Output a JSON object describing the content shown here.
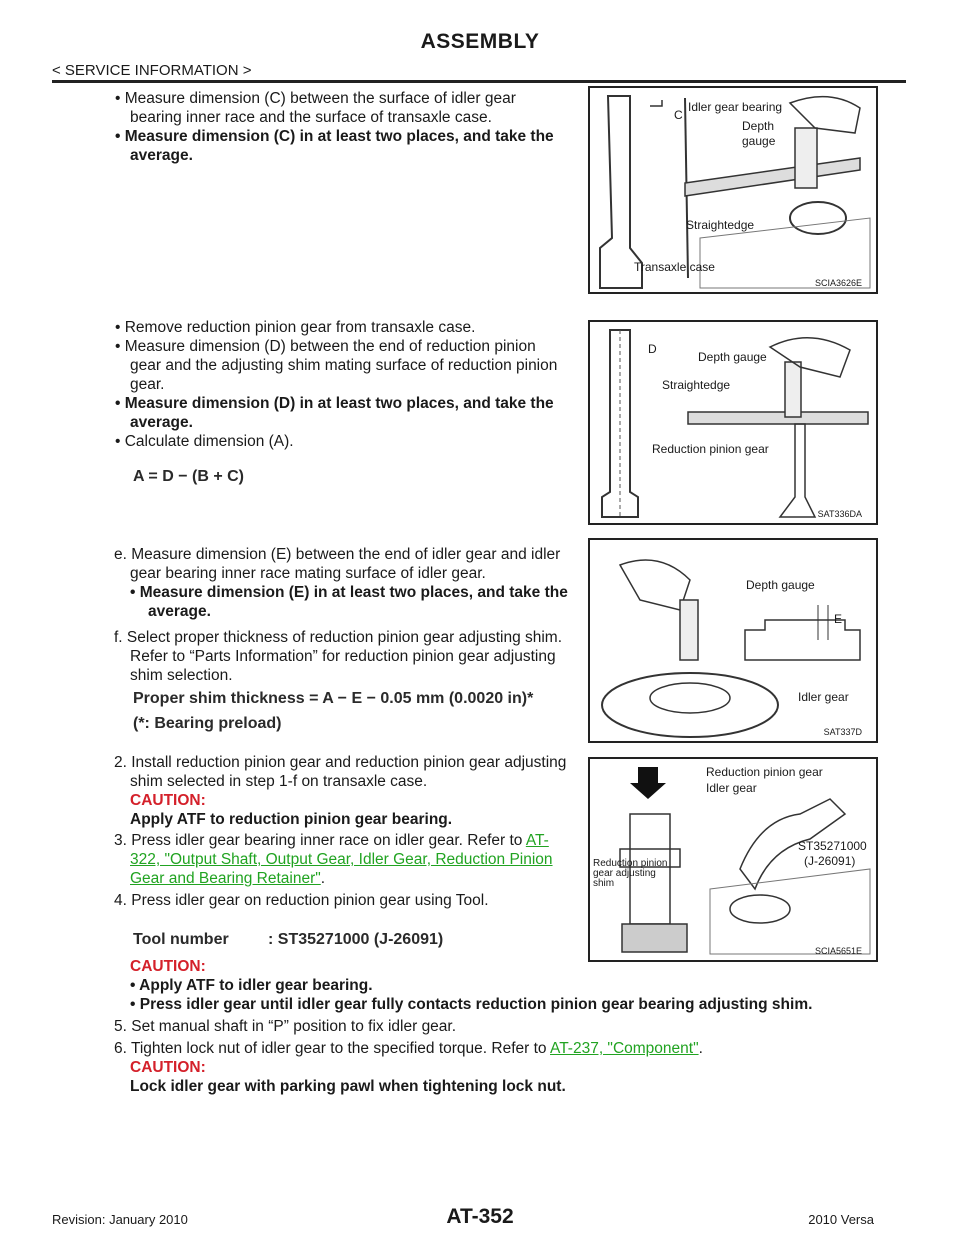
{
  "header": {
    "title": "ASSEMBLY",
    "section": "< SERVICE INFORMATION >"
  },
  "step_c": {
    "bullet1": "• Measure dimension (C) between the surface of idler gear",
    "bullet1b": "bearing inner race and the surface of transaxle case.",
    "bullet2": "• Measure dimension (C) in at least two places, and take the",
    "bullet2b": "average."
  },
  "step_d": {
    "b1": "• Remove reduction pinion gear from transaxle case.",
    "b2": "• Measure dimension (D) between the end of reduction pinion",
    "b2b": "gear and the adjusting shim mating surface of reduction pinion",
    "b2c": "gear.",
    "b3": "• Measure dimension (D) in at least two places, and take the",
    "b3b": "average.",
    "b4": "• Calculate dimension (A).",
    "formula": "A = D − (B + C)"
  },
  "step_e": {
    "l1": "e. Measure dimension (E) between the end of idler gear and idler",
    "l2": "gear bearing inner race mating surface of idler gear.",
    "l3": "• Measure dimension (E) in at least two places, and take the",
    "l4": "average."
  },
  "step_f": {
    "l1": "f. Select proper thickness of reduction pinion gear adjusting shim.",
    "l2": "Refer to “Parts Information” for reduction pinion gear adjusting",
    "l3": "shim selection.",
    "formula": "Proper shim thickness = A − E − 0.05 mm (0.0020 in)*",
    "note": "(*: Bearing preload)"
  },
  "step2": {
    "l1": "2. Install reduction pinion gear and reduction pinion gear adjusting",
    "l2": "shim selected in step 1-f on transaxle case.",
    "caution": "CAUTION:",
    "caution_text": "Apply ATF to reduction pinion gear bearing."
  },
  "step3": {
    "l1": "3. Press idler gear bearing inner race on idler gear. Refer to",
    "link1": "AT-",
    "link2": "322, \"Output Shaft, Output Gear, Idler Gear, Reduction Pinion",
    "link3": "Gear and Bearing Retainer\"",
    "end": "."
  },
  "step4": {
    "l1": "4. Press idler gear on reduction pinion gear using Tool.",
    "tool_label": "Tool number",
    "tool_value": ": ST35271000 (J-26091)",
    "caution": "CAUTION:",
    "c1": "• Apply ATF to idler gear bearing.",
    "c2": "• Press idler gear until idler gear fully contacts reduction pinion gear bearing adjusting shim."
  },
  "step5": {
    "l1": "5. Set manual shaft in “P” position to fix idler gear."
  },
  "step6": {
    "l1": "6. Tighten lock nut of idler gear to the specified torque. Refer to",
    "link": "AT-237, \"Component\"",
    "end": ".",
    "caution": "CAUTION:",
    "c1": "Lock idler gear with parking pawl when tightening lock nut."
  },
  "figures": {
    "fig1": {
      "c": "C",
      "idler_bearing": "Idler gear bearing",
      "depth": "Depth",
      "gauge": "gauge",
      "straightedge": "Straightedge",
      "case": "Transaxle case",
      "id": "SCIA3626E"
    },
    "fig2": {
      "d": "D",
      "depth_gauge": "Depth gauge",
      "straightedge": "Straightedge",
      "pinion": "Reduction pinion gear",
      "id": "SAT336DA"
    },
    "fig3": {
      "depth_gauge": "Depth gauge",
      "e": "E",
      "idler": "Idler gear",
      "id": "SAT337D"
    },
    "fig4": {
      "pinion": "Reduction pinion gear",
      "idler": "Idler gear",
      "tool1": "ST35271000",
      "tool2": "(J-26091)",
      "shim1": "Reduction pinion",
      "shim2": "gear adjusting",
      "shim3": "shim",
      "id": "SCIA5651E"
    }
  },
  "footer": {
    "page": "AT-352",
    "revision": "Revision: January 2010",
    "model": "2010 Versa"
  }
}
